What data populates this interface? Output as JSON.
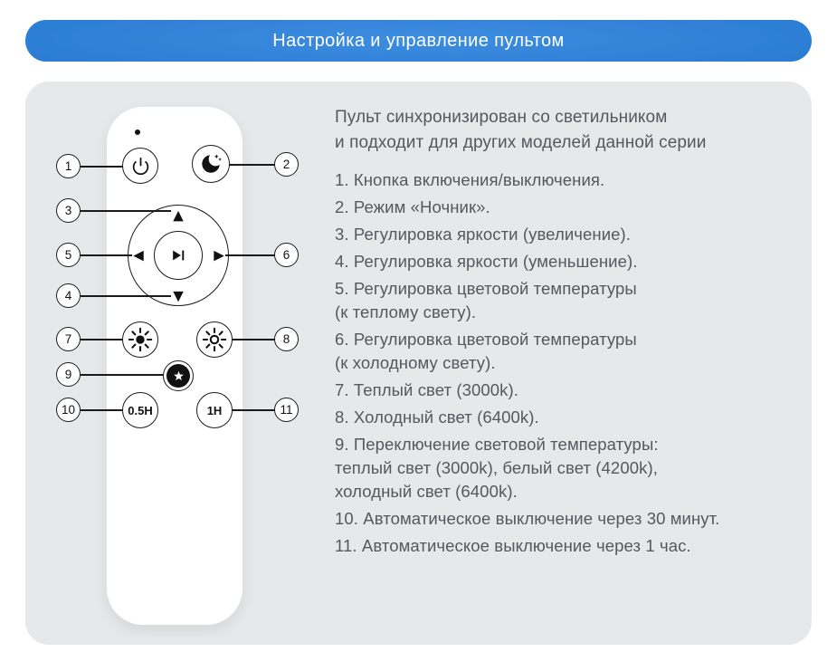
{
  "header": {
    "title": "Настройка и управление пультом"
  },
  "intro": [
    "Пульт синхронизирован со светильником",
    "и подходит для других моделей данной серии"
  ],
  "remote": {
    "half_hour_label": "0.5H",
    "one_hour_label": "1H",
    "icons": {
      "power": "power-icon",
      "night_mode": "moon-stars-icon",
      "brightness_up": "triangle-up-icon",
      "brightness_down": "triangle-down-icon",
      "warmer": "triangle-left-icon",
      "colder": "triangle-right-icon",
      "center": "play-pause-icon",
      "warm_light": "sun-filled-icon",
      "cold_light": "sun-outline-icon",
      "temperature_toggle": "star-icon"
    }
  },
  "glyphs": {
    "up": "▲",
    "down": "▼",
    "left": "◀",
    "right": "▶"
  },
  "callouts": [
    "1",
    "2",
    "3",
    "4",
    "5",
    "6",
    "7",
    "8",
    "9",
    "10",
    "11"
  ],
  "instructions": [
    {
      "lines": [
        "1. Кнопка включения/выключения."
      ]
    },
    {
      "lines": [
        "2. Режим «Ночник»."
      ]
    },
    {
      "lines": [
        "3. Регулировка яркости (увеличение)."
      ]
    },
    {
      "lines": [
        "4. Регулировка яркости (уменьшение)."
      ]
    },
    {
      "lines": [
        "5. Регулировка цветовой температуры",
        "(к теплому свету)."
      ]
    },
    {
      "lines": [
        "6. Регулировка цветовой температуры",
        "(к холодному свету)."
      ]
    },
    {
      "lines": [
        "7.  Теплый свет (3000k)."
      ]
    },
    {
      "lines": [
        "8. Холодный свет (6400k)."
      ]
    },
    {
      "lines": [
        "9. Переключение световой температуры:",
        "теплый свет (3000k), белый свет (4200k),",
        "холодный свет (6400k)."
      ]
    },
    {
      "lines": [
        "10. Автоматическое выключение через 30 минут."
      ]
    },
    {
      "lines": [
        "11. Автоматическое выключение через 1 час."
      ]
    }
  ],
  "colors": {
    "header_blue": "#2677d0",
    "panel_gray": "#e6e8e9",
    "text_gray": "#54595e"
  }
}
